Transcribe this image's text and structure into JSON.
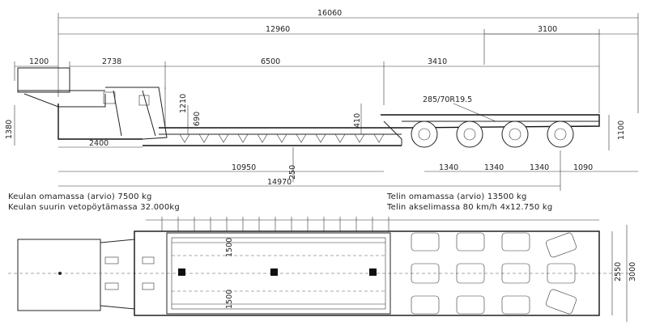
{
  "dimensions": {
    "overall_length": "16060",
    "trailer_length": "12960",
    "rear_3100": "3100",
    "front_1200": "1200",
    "neck_2738": "2738",
    "deck_6500": "6500",
    "rear_3410": "3410",
    "tyre": "285/70R19.5",
    "height_1210": "1210",
    "height_690": "690",
    "height_410": "410",
    "height_1380": "1380",
    "length_2400": "2400",
    "height_1100": "1100",
    "length_10950": "10950",
    "height_250": "250",
    "spacing_1340_a": "1340",
    "spacing_1340_b": "1340",
    "spacing_1340_c": "1340",
    "rear_1090": "1090",
    "wheelbase_14970": "14970",
    "width_1500_top": "1500",
    "width_1500_bottom": "1500",
    "width_2550": "2550",
    "width_3000": "3000"
  },
  "notes": {
    "front_mass": "Keulan omamassa (arvio) 7500 kg",
    "fifth_wheel": "Keulan suurin vetopöytämassa 32.000kg",
    "bogie_mass": "Telin omamassa (arvio) 13500 kg",
    "axle_mass": "Telin akselimassa 80 km/h 4x12.750 kg"
  }
}
